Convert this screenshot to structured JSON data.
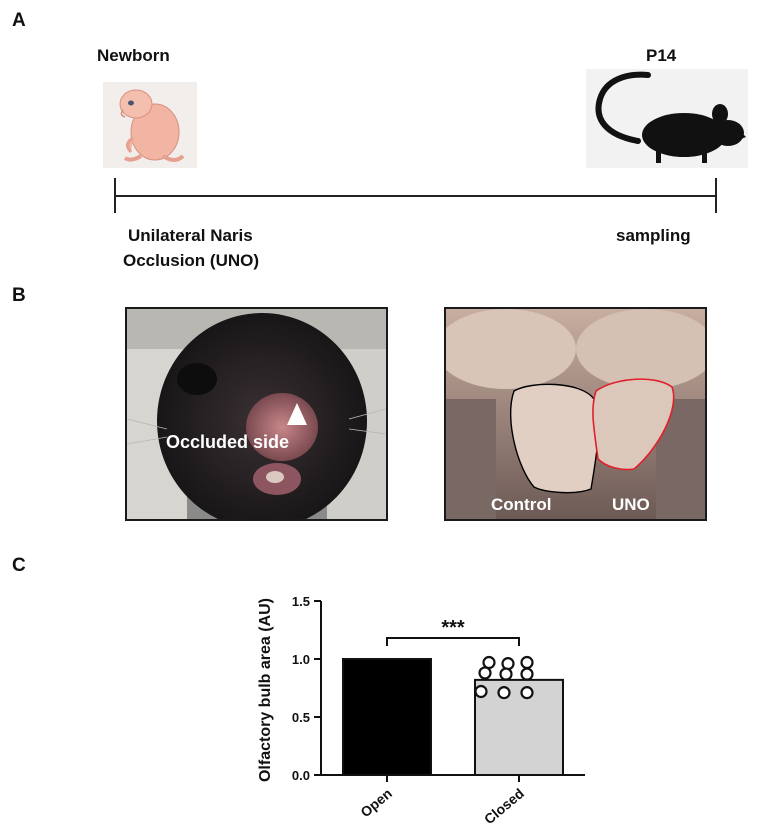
{
  "panels": {
    "a": {
      "letter": "A",
      "start_label": "Newborn",
      "end_label": "P14",
      "start_caption_line1": "Unilateral Naris",
      "start_caption_line2": "Occlusion (UNO)",
      "end_caption": "sampling",
      "start_icon": "newborn-pup-icon",
      "end_icon": "mouse-silhouette-icon"
    },
    "b": {
      "letter": "B",
      "left_photo_label": "Occluded side",
      "left_photo_marker": "arrowhead-icon",
      "right_photo_labels": [
        "Control",
        "UNO"
      ],
      "outline_colors": {
        "control": "#000000",
        "uno": "#e0202a"
      }
    },
    "c": {
      "letter": "C"
    }
  },
  "chart_data": {
    "type": "bar",
    "categories": [
      "Open",
      "Closed"
    ],
    "values": [
      1.0,
      0.82
    ],
    "bar_colors": [
      "#000000",
      "#d3d3d3"
    ],
    "closed_points": [
      0.97,
      0.96,
      0.97,
      0.88,
      0.87,
      0.87,
      0.72,
      0.71,
      0.71
    ],
    "ylabel": "Olfactory bulb area (AU)",
    "xlabel": "",
    "ylim": [
      0,
      1.5
    ],
    "yticks": [
      "0.0",
      "0.5",
      "1.0",
      "1.5"
    ],
    "significance": "***",
    "grid": false
  }
}
